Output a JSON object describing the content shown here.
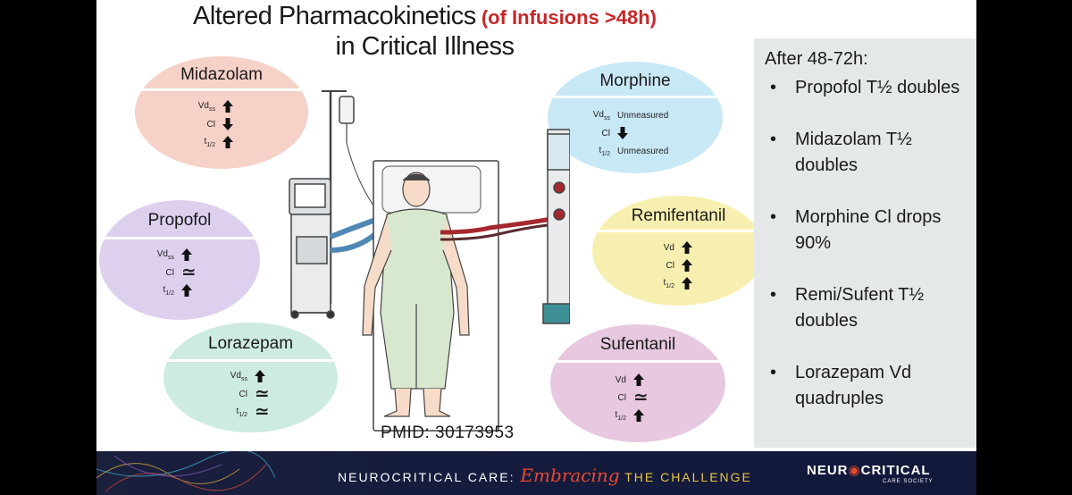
{
  "title": {
    "line1": "Altered Pharmacokinetics",
    "accent": "(of Infusions >48h)",
    "line2": "in Critical Illness"
  },
  "drugs": {
    "midazolam": {
      "name": "Midazolam",
      "rows": [
        {
          "label": "Vd",
          "sub": "ss",
          "change": "up"
        },
        {
          "label": "Cl",
          "sub": "",
          "change": "down"
        },
        {
          "label": "t",
          "sub": "1/2",
          "change": "up"
        }
      ]
    },
    "propofol": {
      "name": "Propofol",
      "rows": [
        {
          "label": "Vd",
          "sub": "ss",
          "change": "up"
        },
        {
          "label": "Cl",
          "sub": "",
          "change": "approx"
        },
        {
          "label": "t",
          "sub": "1/2",
          "change": "up"
        }
      ]
    },
    "lorazepam": {
      "name": "Lorazepam",
      "rows": [
        {
          "label": "Vd",
          "sub": "ss",
          "change": "up"
        },
        {
          "label": "Cl",
          "sub": "",
          "change": "approx"
        },
        {
          "label": "t",
          "sub": "1/2",
          "change": "approx"
        }
      ]
    },
    "morphine": {
      "name": "Morphine",
      "rows": [
        {
          "label": "Vd",
          "sub": "ss",
          "change": "text",
          "text": "Unmeasured"
        },
        {
          "label": "Cl",
          "sub": "",
          "change": "down"
        },
        {
          "label": "t",
          "sub": "1/2",
          "change": "text",
          "text": "Unmeasured"
        }
      ]
    },
    "remifentanil": {
      "name": "Remifentanil",
      "rows": [
        {
          "label": "Vd",
          "sub": "",
          "change": "up"
        },
        {
          "label": "Cl",
          "sub": "",
          "change": "up"
        },
        {
          "label": "t",
          "sub": "1/2",
          "change": "up"
        }
      ]
    },
    "sufentanil": {
      "name": "Sufentanil",
      "rows": [
        {
          "label": "Vd",
          "sub": "",
          "change": "up"
        },
        {
          "label": "Cl",
          "sub": "",
          "change": "approx"
        },
        {
          "label": "t",
          "sub": "1/2",
          "change": "up"
        }
      ]
    }
  },
  "pmid": "PMID:  30173953",
  "panel": {
    "heading": "After 48-72h:",
    "items": [
      "Propofol T½ doubles",
      "Midazolam T½ doubles",
      "Morphine Cl drops 90%",
      "Remi/Sufent T½ doubles",
      "Lorazepam Vd quadruples"
    ]
  },
  "footer": {
    "brand_left": "NEUROCRITICAL CARE:",
    "brand_script": "Embracing",
    "brand_right": "THE CHALLENGE",
    "society_a": "NEUR",
    "society_b": "CRITICAL",
    "society_sub": "CARE SOCIETY"
  },
  "colors": {
    "midazolam": "#f6d1c8",
    "propofol": "#ddd0ef",
    "lorazepam": "#cdebe1",
    "morphine": "#c9e8f6",
    "remifentanil": "#f7efb0",
    "sufentanil": "#e7c8e0",
    "title_accent": "#c62828",
    "panel_bg": "#e4e8e9",
    "footer_bg": "#151b3d"
  }
}
